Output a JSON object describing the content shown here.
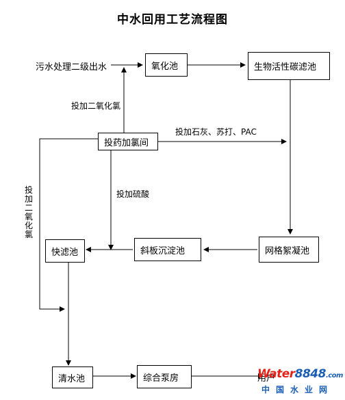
{
  "title": "中水回用工艺流程图",
  "nodes": {
    "source": "污水处理二级出水",
    "oxidation": "氧化池",
    "bac": "生物活性碳滤池",
    "dosing_room": "投药加氯间",
    "coagulation": "网格絮凝池",
    "settling": "斜板沉淀池",
    "quick_filter": "快滤池",
    "clear_water": "清水池",
    "pump_room": "综合泵房",
    "user": "用户"
  },
  "edge_labels": {
    "chlorine_dioxide_up": "投加二氧化氯",
    "lime_soda_pac": "投加石灰、苏打、PAC",
    "sulfuric_acid": "投加硫酸",
    "chlorine_dioxide_left": "投加二氧化氯"
  },
  "watermark": {
    "brand_red": "Water",
    "brand_blue": "8848",
    "brand_suffix": ".com",
    "subtitle": "中国水业网"
  },
  "colors": {
    "line": "#000000",
    "watermark_red": "#e2231a",
    "watermark_blue": "#1b5fb5"
  }
}
